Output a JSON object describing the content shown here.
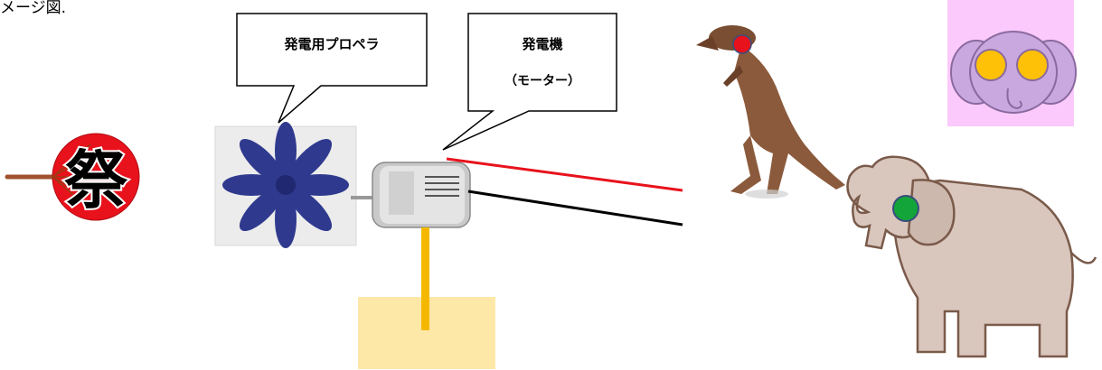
{
  "page": {
    "title": "メージ図."
  },
  "callouts": {
    "propeller": "発電用プロペラ",
    "motor_line1": "発電機",
    "motor_line2": "（モーター）"
  },
  "fan": {
    "kanji": "祭"
  },
  "colors": {
    "fan_red": "#e8121c",
    "wire_red": "#e8121c",
    "wire_black": "#000000",
    "stand": "#f5b800",
    "base": "#fde8a8",
    "propeller": "#2f3a8f",
    "trex_eye": "#e8121c",
    "elephant_eye": "#13a53a",
    "card_bg": "#fbc9fb",
    "card_elephant": "#c9a8e0",
    "card_eyes": "#ffc107",
    "elephant_body": "#d9c6bd",
    "dino_body": "#8b5a3c"
  }
}
